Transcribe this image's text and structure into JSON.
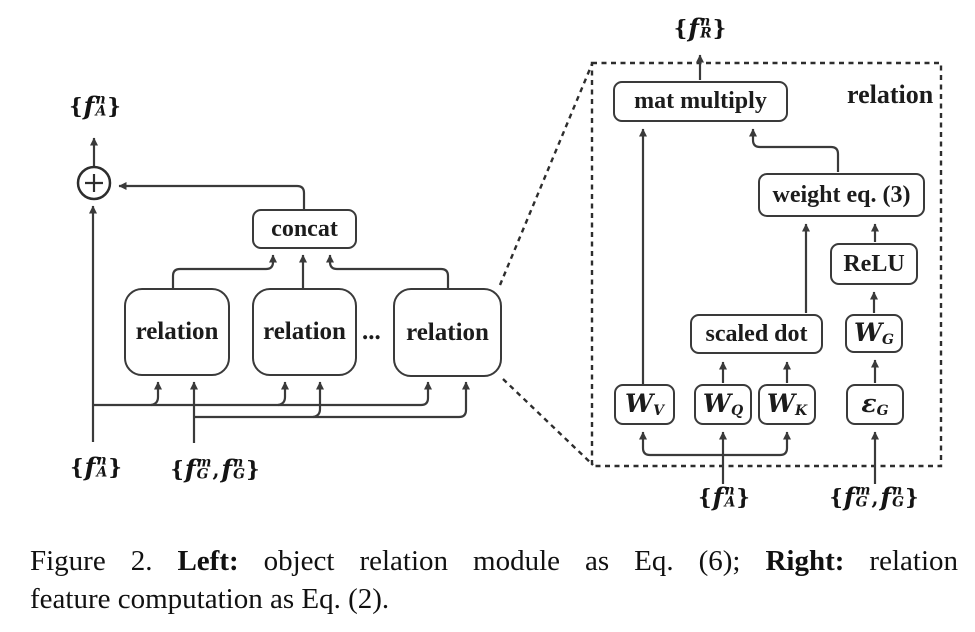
{
  "left_diagram": {
    "concat_label": "concat",
    "relation_labels": [
      "relation",
      "relation",
      "relation"
    ],
    "ellipsis": "...",
    "output_label": {
      "open": "{",
      "base": "f",
      "sup": "n",
      "sub": "A",
      "close": "}"
    },
    "input_appearance": {
      "open": "{",
      "base": "f",
      "sup": "n",
      "sub": "A",
      "close": "}"
    },
    "input_geometry": {
      "open": "{",
      "base1": "f",
      "sup1": "m",
      "sub1": "G",
      "comma": ",",
      "base2": "f",
      "sup2": "n",
      "sub2": "G",
      "close": "}"
    }
  },
  "right_diagram": {
    "region_label": "relation",
    "output_label": {
      "open": "{",
      "base": "f",
      "sup": "n",
      "sub": "R",
      "close": "}"
    },
    "mat_multiply_label": "mat multiply",
    "weight_label": "weight eq. (3)",
    "relu_label": "ReLU",
    "scaled_dot_label": "scaled dot",
    "wv": {
      "base": "W",
      "sub": "V"
    },
    "wq": {
      "base": "W",
      "sub": "Q"
    },
    "wk": {
      "base": "W",
      "sub": "K"
    },
    "wg": {
      "base": "W",
      "sub": "G"
    },
    "eg": {
      "base": "ε",
      "sub": "G"
    },
    "input_appearance": {
      "open": "{",
      "base": "f",
      "sup": "n",
      "sub": "A",
      "close": "}"
    },
    "input_geometry": {
      "open": "{",
      "base1": "f",
      "sup1": "m",
      "sub1": "G",
      "comma": ",",
      "base2": "f",
      "sup2": "n",
      "sub2": "G",
      "close": "}"
    }
  },
  "caption": {
    "line1_prefix": "Figure 2. ",
    "line1_bold1": "Left:",
    "line1_mid1": " object relation module as Eq. (6); ",
    "line1_bold2": "Right:",
    "line1_end": " relation",
    "line2": "feature computation as Eq. (2)."
  },
  "colors": {
    "line": "#3a3a3a",
    "text": "#1c1c1c",
    "background": "#ffffff"
  }
}
